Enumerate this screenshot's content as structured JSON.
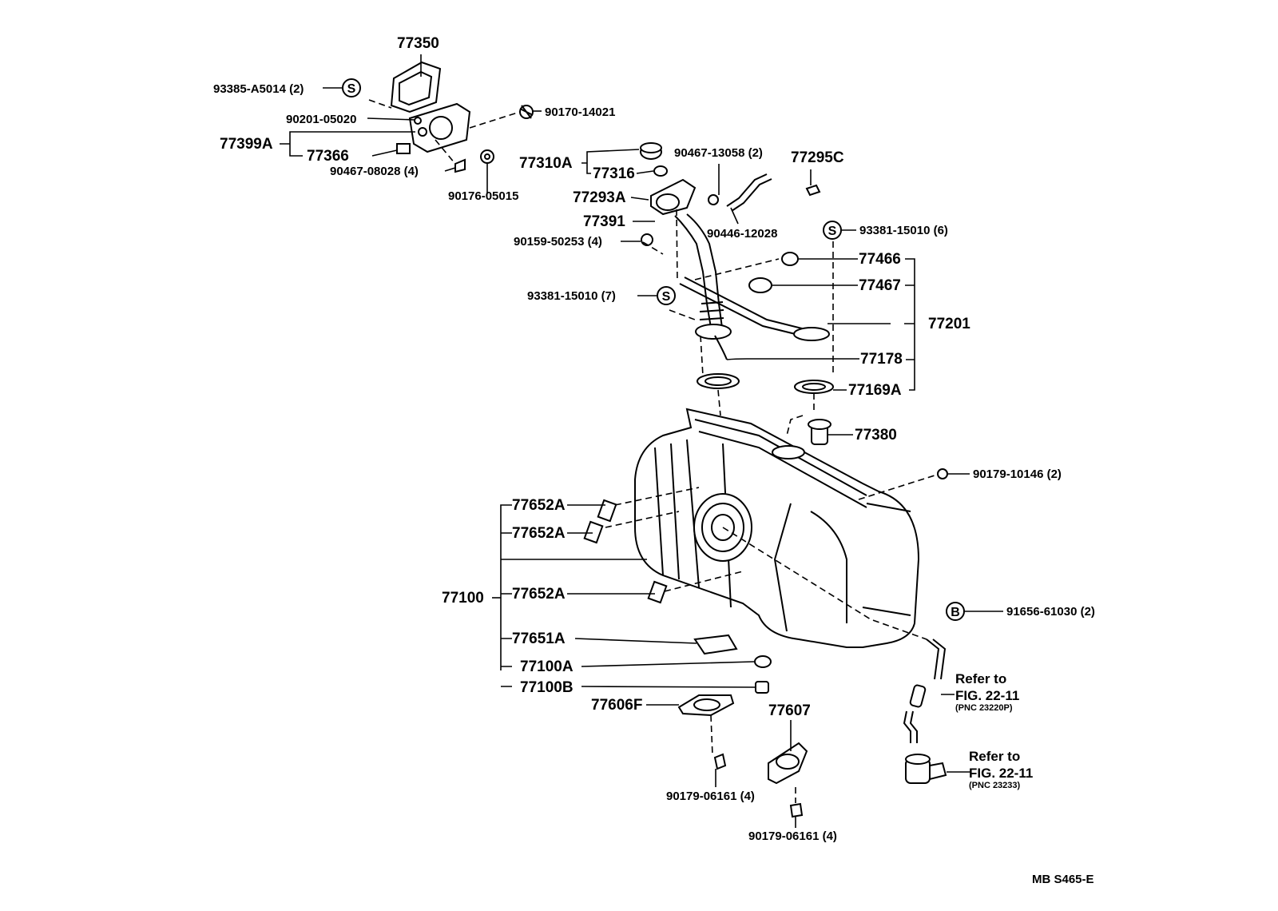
{
  "diagram_code": "MB S465-E",
  "symbols": {
    "s": "S",
    "b": "B"
  },
  "parts": {
    "p77350": "77350",
    "p93385": "93385-A5014 (2)",
    "p90201": "90201-05020",
    "p90170": "90170-14021",
    "p77399A": "77399A",
    "p77366": "77366",
    "p90467_08028": "90467-08028 (4)",
    "p90176": "90176-05015",
    "p77310A": "77310A",
    "p77316": "77316",
    "p90467_13058": "90467-13058 (2)",
    "p77295C": "77295C",
    "p77293A": "77293A",
    "p77391": "77391",
    "p90446": "90446-12028",
    "p90159": "90159-50253 (4)",
    "p93381_6": "93381-15010 (6)",
    "p77466": "77466",
    "p77467": "77467",
    "p93381_7": "93381-15010 (7)",
    "p77201": "77201",
    "p77178": "77178",
    "p77169A": "77169A",
    "p77380": "77380",
    "p90179_10146": "90179-10146 (2)",
    "p77652A_1": "77652A",
    "p77652A_2": "77652A",
    "p77100": "77100",
    "p77652A_3": "77652A",
    "p91656": "91656-61030 (2)",
    "p77651A": "77651A",
    "p77100A": "77100A",
    "p77100B": "77100B",
    "p77606F": "77606F",
    "p77607": "77607",
    "p90179_06161_a": "90179-06161 (4)",
    "p90179_06161_b": "90179-06161 (4)"
  },
  "refs": {
    "ref1_line1": "Refer to",
    "ref1_line2": "FIG. 22-11",
    "ref1_pnc": "(PNC 23220P)",
    "ref2_line1": "Refer to",
    "ref2_line2": "FIG. 22-11",
    "ref2_pnc": "(PNC 23233)"
  }
}
